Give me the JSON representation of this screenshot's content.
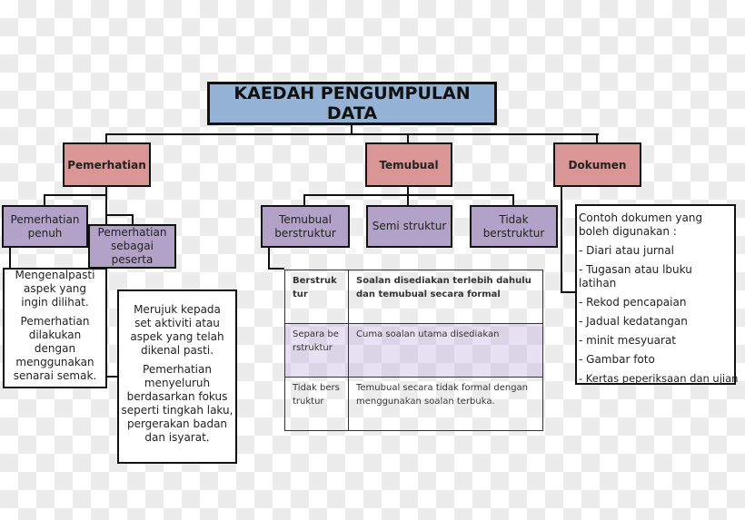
{
  "title": "KAEDAH PENGUMPULAN DATA",
  "categories": {
    "pemerhatian": "Pemerhatian",
    "temubual": "Temubual",
    "dokumen": "Dokumen"
  },
  "pemerhatian": {
    "penuh": {
      "label": "Pemerhatian penuh",
      "desc": [
        "Mengenalpasti aspek yang ingin dilihat.",
        "Pemerhatian dilakukan dengan menggunakan senarai semak."
      ]
    },
    "peserta": {
      "label": "Pemerhatian sebagai peserta",
      "desc": [
        "Merujuk kepada set aktiviti atau aspek yang telah dikenal pasti.",
        "Pemerhatian menyeluruh berdasarkan fokus seperti tingkah laku, pergerakan badan dan isyarat."
      ]
    }
  },
  "temubual": {
    "types": [
      "Temubual berstruktur",
      "Semi struktur",
      "Tidak berstruktur"
    ],
    "table": [
      [
        "Berstruktur",
        "Soalan disediakan terlebih dahulu dan temubual secara formal"
      ],
      [
        "Separa berstruktur",
        "Cuma soalan utama disediakan"
      ],
      [
        "Tidak berstruktur",
        "Temubual secara tidak formal dengan menggunakan soalan terbuka."
      ]
    ]
  },
  "dokumen": {
    "intro": "Contoh dokumen yang boleh digunakan :",
    "items": [
      "- Diari atau jurnal",
      "- Tugasan atau lbuku latihan",
      "- Rekod pencapaian",
      "- Jadual kedatangan",
      "- minit mesyuarat",
      "- Gambar foto",
      "- Kertas peperiksaan dan ujian"
    ]
  },
  "colors": {
    "title": "#95b3d7",
    "category": "#d99694",
    "subcategory": "#b3a2c7"
  }
}
